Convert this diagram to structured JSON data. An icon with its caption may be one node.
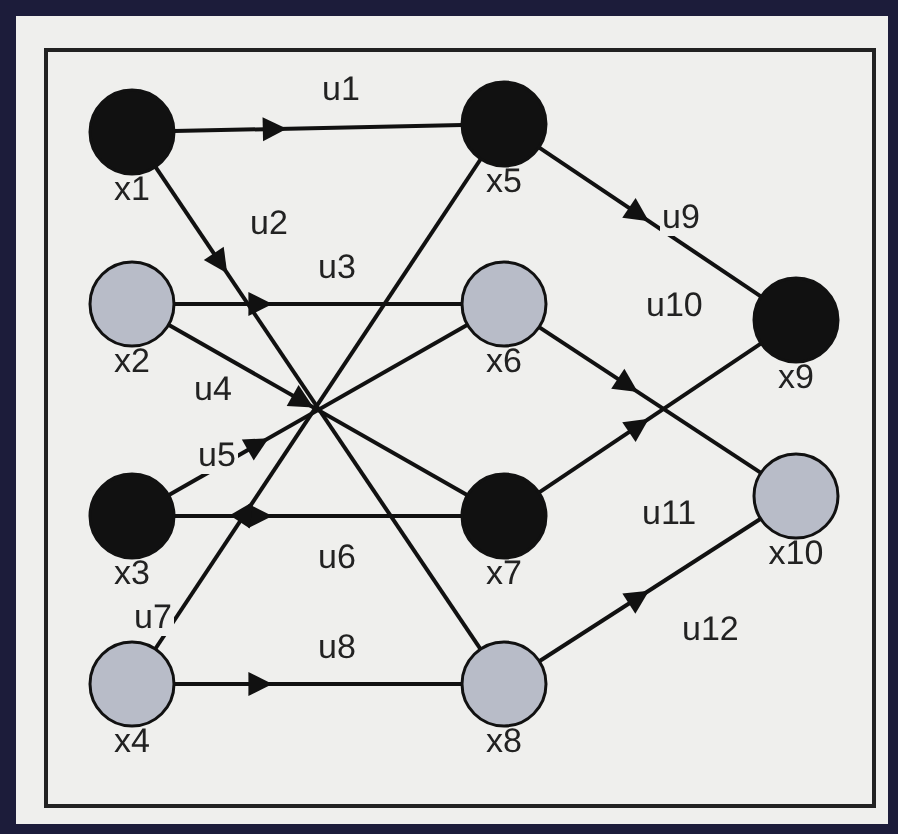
{
  "diagram": {
    "nodes": [
      {
        "text": [
          "x1"
        ]
      },
      {
        "text": [
          "x2"
        ]
      },
      {
        "text": [
          "x3"
        ]
      },
      {
        "text": [
          "x4"
        ]
      },
      {
        "text": [
          "x5"
        ]
      },
      {
        "text": [
          "x6"
        ]
      },
      {
        "text": [
          "x7"
        ]
      },
      {
        "text": [
          "x8"
        ]
      },
      {
        "text": [
          "x9"
        ]
      },
      {
        "text": [
          "x10"
        ]
      }
    ],
    "edges": [
      {
        "from": 0,
        "to": 4,
        "arrow": "to",
        "label": "u1"
      },
      {
        "from": 0,
        "to": 7,
        "arrow": "to",
        "label": "u2"
      },
      {
        "from": 1,
        "to": 5,
        "arrow": "to",
        "label": "u3"
      },
      {
        "from": 1,
        "to": 6,
        "arrow": "to",
        "label": "u4"
      },
      {
        "from": 2,
        "to": 5,
        "arrow": "to",
        "label": "u5"
      },
      {
        "from": 2,
        "to": 6,
        "arrow": "to",
        "label": "u6"
      },
      {
        "from": 3,
        "to": 4,
        "arrow": "to",
        "label": "u7"
      },
      {
        "from": 3,
        "to": 7,
        "arrow": "to",
        "label": "u8"
      },
      {
        "from": 4,
        "to": 8,
        "arrow": "to",
        "label": "u9"
      },
      {
        "from": 5,
        "to": 9,
        "arrow": "to",
        "label": "u10"
      },
      {
        "from": 6,
        "to": 8,
        "arrow": "to",
        "label": "u11"
      },
      {
        "from": 7,
        "to": 9,
        "arrow": "to",
        "label": "u12"
      }
    ]
  }
}
